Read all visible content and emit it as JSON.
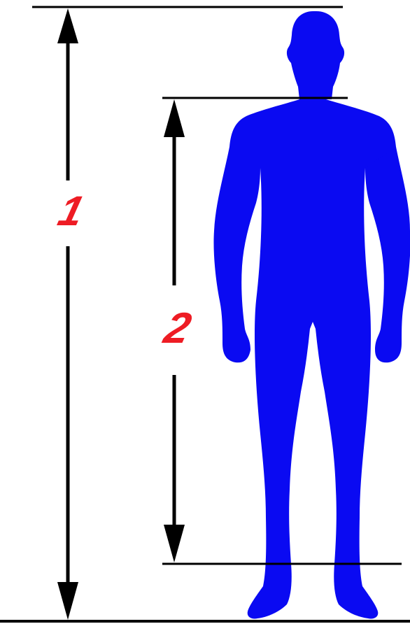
{
  "diagram": {
    "labels": {
      "total_height": "1",
      "body_height": "2"
    },
    "colors": {
      "silhouette": "#0a0af2",
      "label": "#ee1c24",
      "line": "#000000",
      "background": "#ffffff"
    },
    "icons": {
      "figure": "human-silhouette-icon",
      "arrow_up": "arrowhead-up",
      "arrow_down": "arrowhead-down"
    }
  }
}
